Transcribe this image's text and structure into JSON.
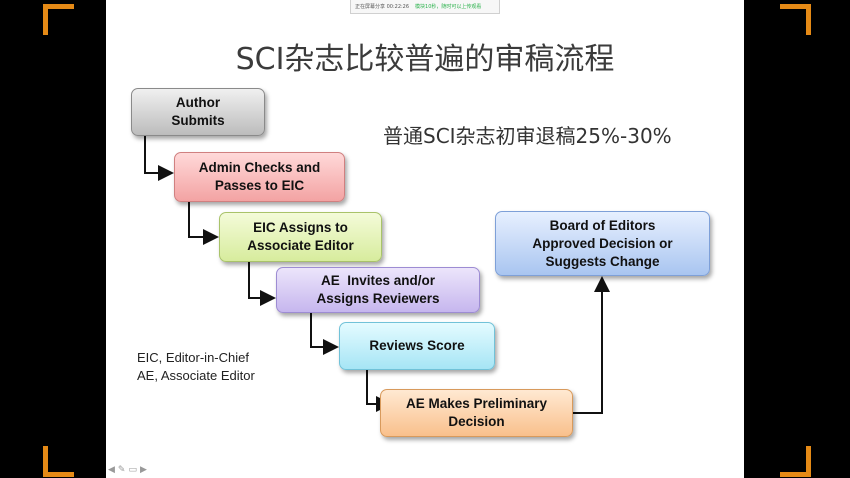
{
  "topbar": {
    "recording": "正在屏幕分享 00:22:26",
    "message": "模块10秒，随时可以上传观看"
  },
  "title": "SCI杂志比较普遍的审稿流程",
  "subtitle": "普通SCI杂志初审退稿25%-30%",
  "boxes": {
    "author": {
      "line1": "Author",
      "line2": "Submits"
    },
    "admin": {
      "line1": "Admin Checks and",
      "line2": "Passes to EIC"
    },
    "eic": {
      "line1": "EIC Assigns to",
      "line2": "Associate Editor"
    },
    "ae": {
      "line1": "AE  Invites and/or",
      "line2": "Assigns Reviewers"
    },
    "reviews": {
      "line1": "Reviews Score"
    },
    "prelim": {
      "line1": "AE Makes Preliminary",
      "line2": "Decision"
    },
    "board": {
      "line1": "Board of Editors",
      "line2": "Approved Decision or",
      "line3": "Suggests Change"
    }
  },
  "legend": {
    "line1": "EIC, Editor-in-Chief",
    "line2": "AE, Associate Editor"
  },
  "colors": {
    "frame_accent": "#e58a16",
    "author_box": "#c8c8c8",
    "admin_box": "#f5b0b0",
    "eic_box": "#e2f2b2",
    "ae_box": "#d2c6f2",
    "reviews_box": "#b8ecf8",
    "prelim_box": "#fbcb9a",
    "board_box": "#b9d1f4"
  }
}
